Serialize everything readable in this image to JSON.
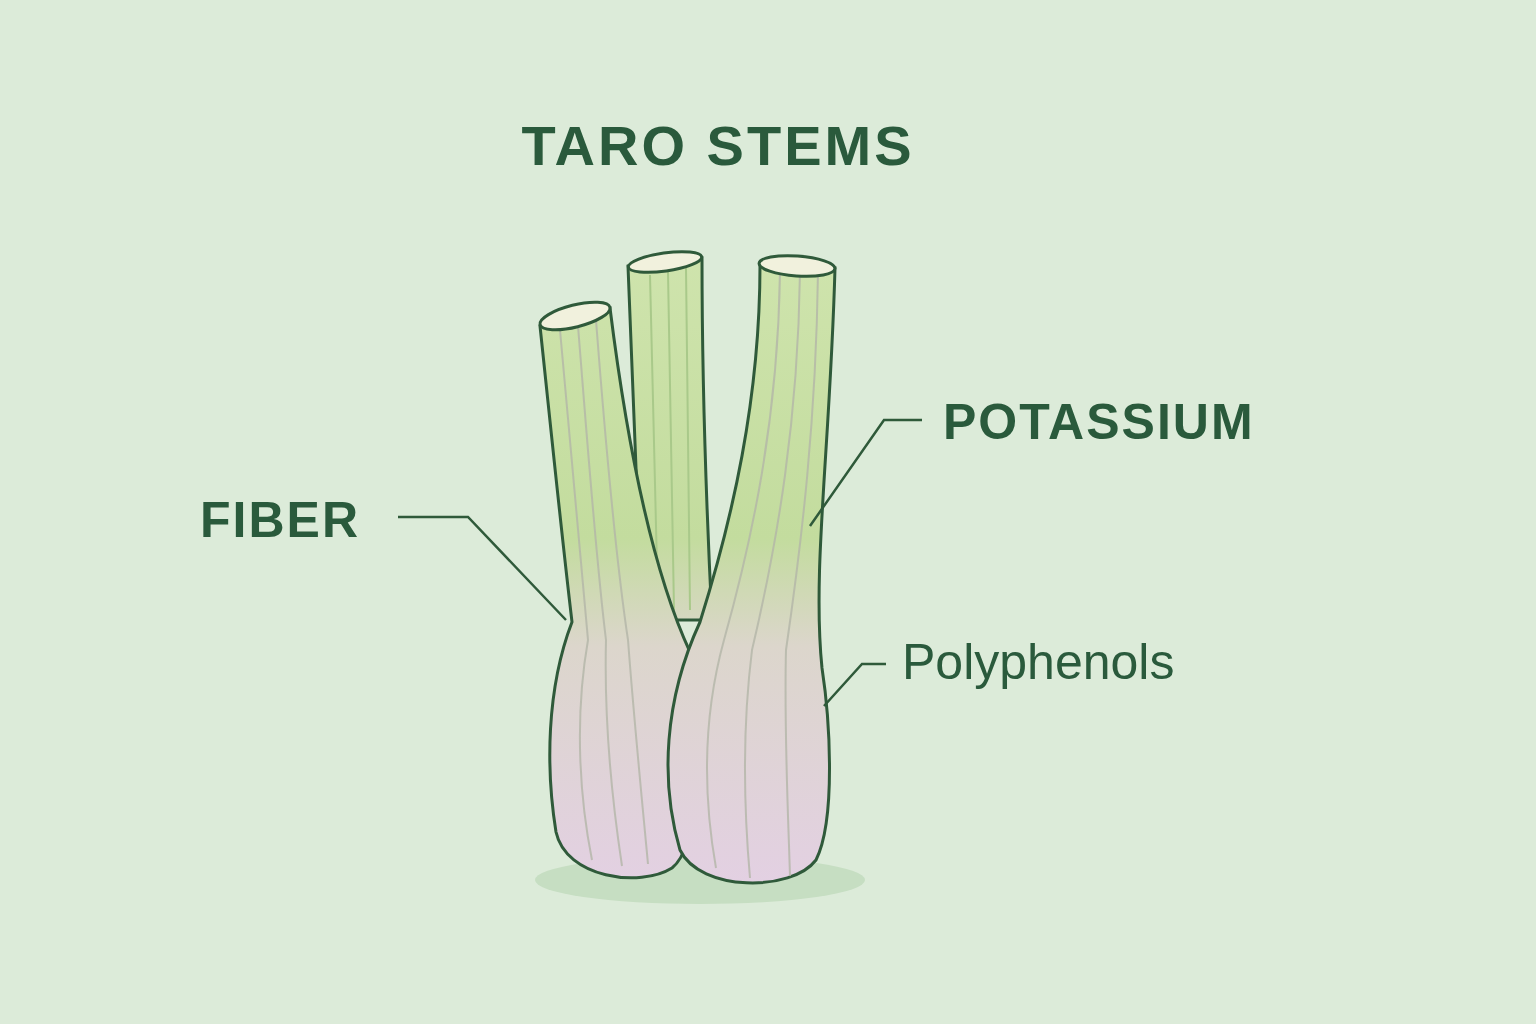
{
  "diagram": {
    "title": "TARO STEMS",
    "labels": [
      "FIBER",
      "POTASSIUM",
      "Polyphenols"
    ]
  }
}
